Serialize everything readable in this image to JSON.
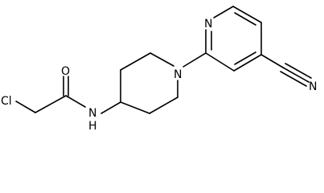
{
  "molecule": {
    "atoms": {
      "cl": "Cl",
      "o": "O",
      "amide_n": "N",
      "amide_h": "H",
      "piperidine_n": "N",
      "pyridine_n": "N",
      "nitrile_n": "N"
    }
  }
}
